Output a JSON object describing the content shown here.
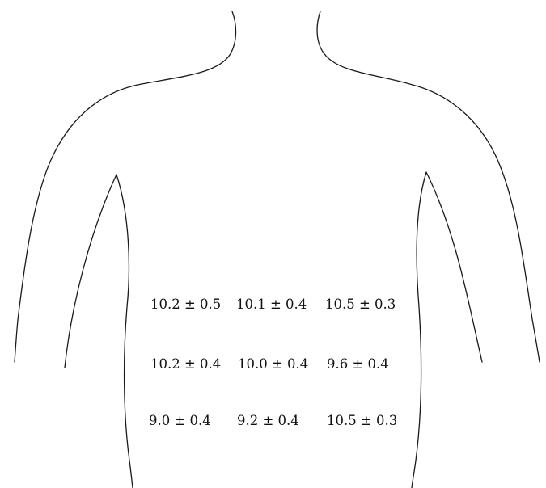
{
  "values": {
    "r1c1": "10.2 ± 0.5",
    "r1c2": "10.1 ± 0.4",
    "r1c3": "10.5 ± 0.3",
    "r2c1": "10.2 ± 0.4",
    "r2c2": "10.0 ± 0.4",
    "r2c3": "9.6 ± 0.4",
    "r3c1": "9.0 ± 0.4",
    "r3c2": "9.2 ± 0.4",
    "r3c3": "10.5 ± 0.3"
  }
}
